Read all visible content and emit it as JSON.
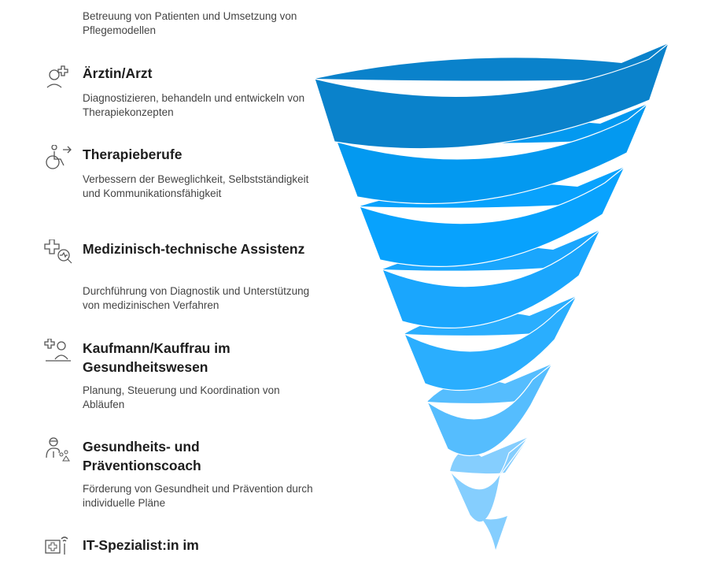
{
  "items": [
    {
      "title": "",
      "desc": "Betreuung von Patienten und Umsetzung von Pflegemodellen",
      "icon": "nurse-cross-icon"
    },
    {
      "title": "Ärztin/Arzt",
      "desc": "Diagnostizieren, behandeln und entwickeln von Therapiekonzepten",
      "icon": "doctor-icon"
    },
    {
      "title": "Therapieberufe",
      "desc": "Verbessern der Beweglichkeit, Selbstständigkeit und Kommunikationsfähigkeit",
      "icon": "wheelchair-icon"
    },
    {
      "title": "Medizinisch-technische Assistenz",
      "desc": "Durchführung von Diagnostik und Unterstützung von medizinischen Verfahren",
      "icon": "medical-diagnostic-icon"
    },
    {
      "title": "Kaufmann/Kauffrau im Gesundheitswesen",
      "desc": "Planung, Steuerung und Koordination von Abläufen",
      "icon": "health-admin-icon"
    },
    {
      "title": "Gesundheits- und Präventionscoach",
      "desc": "Förderung von Gesundheit und Prävention durch individuelle Pläne",
      "icon": "coach-icon"
    },
    {
      "title": "IT-Spezialist:in im",
      "desc": "",
      "icon": "health-it-icon"
    }
  ],
  "colors": {
    "bands": [
      "#0a82cb",
      "#0399f0",
      "#08a2fd",
      "#1aa6fd",
      "#2aaefe",
      "#55bdfe",
      "#85cefe"
    ],
    "icon": "#555555"
  }
}
